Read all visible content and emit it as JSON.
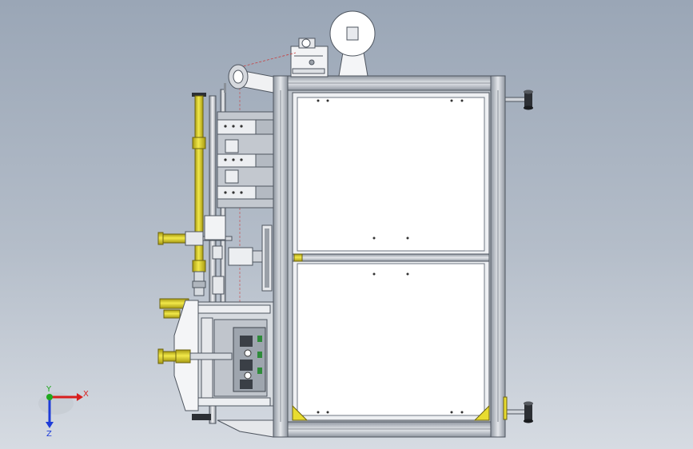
{
  "triad": {
    "x_label": "X",
    "y_label": "Y",
    "z_label": "Z",
    "colors": {
      "x": "#d81e1e",
      "y": "#1ea81e",
      "z": "#1e3cd8"
    }
  },
  "colors": {
    "frame": "#c9ced6",
    "frame_edge": "#5c6470",
    "panel": "#ffffff",
    "yellow": "#e8dc30",
    "yellow_dark": "#9a8f10"
  }
}
